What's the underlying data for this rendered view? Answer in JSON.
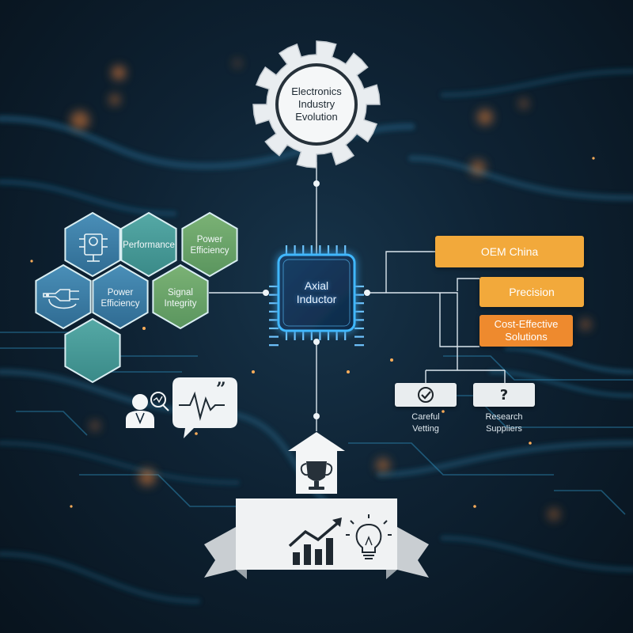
{
  "gear": {
    "lines": [
      "Electronics",
      "Industry",
      "Evolution"
    ]
  },
  "chip": {
    "lines": [
      "Axial",
      "Inductor"
    ]
  },
  "hexagons": [
    {
      "id": "icon-hex",
      "lines": [],
      "icon": "circuit-board-icon"
    },
    {
      "id": "performance",
      "lines": [
        "Performance"
      ]
    },
    {
      "id": "power-efficiency-top",
      "lines": [
        "Power",
        "Efficiency"
      ]
    },
    {
      "id": "icon-hex-2",
      "lines": [],
      "icon": "cable-connector-icon"
    },
    {
      "id": "power-efficiency",
      "lines": [
        "Power",
        "Efficiency"
      ]
    },
    {
      "id": "signal-integrity",
      "lines": [
        "Signal",
        "Integrity"
      ]
    },
    {
      "id": "blank-hex",
      "lines": []
    }
  ],
  "right_boxes": [
    {
      "label": "OEM China",
      "color": "#f2a93b"
    },
    {
      "label": "Precision",
      "color": "#f2a93b"
    },
    {
      "label": "Cost-Effective Solutions",
      "color": "#ee8a2e"
    }
  ],
  "icon_boxes": [
    {
      "icon": "checkmark-circle-icon",
      "lines": [
        "Careful",
        "Vetting"
      ]
    },
    {
      "icon": "question-mark-icon",
      "symbol": "?",
      "lines": [
        "Research",
        "Suppliers"
      ]
    }
  ],
  "consultant": {
    "icon": "person-analyst-icon",
    "bubble_icon": "waveform-quote-icon"
  },
  "banner": {
    "icons": [
      "trophy-icon",
      "growth-chart-icon",
      "lightbulb-icon"
    ]
  },
  "colors": {
    "hex_dark": "#3d7fa6",
    "hex_teal": "#4a9a96",
    "hex_green": "#6aa06a",
    "gear": "#e9edf0",
    "chip_glow": "#38b6ff",
    "orange": "#f2a93b"
  }
}
